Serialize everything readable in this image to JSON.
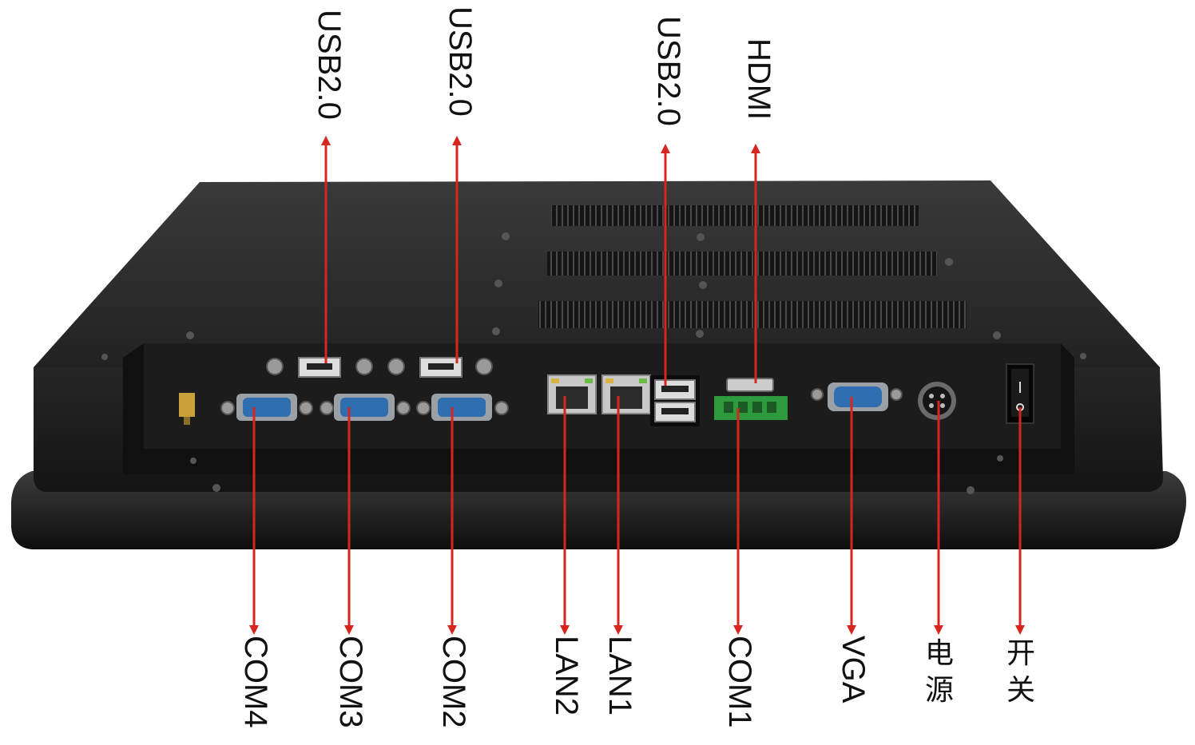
{
  "colors": {
    "arrow": "#d7261e",
    "device_body": "#1b1b1b",
    "device_top": "#2a2a2a",
    "connector_blue": "#2f6fb0",
    "terminal_green": "#2e9a3e"
  },
  "labels_top": [
    {
      "id": "usb-1",
      "text": "USB2.0"
    },
    {
      "id": "usb-2",
      "text": "USB2.0"
    },
    {
      "id": "usb-3",
      "text": "USB2.0"
    },
    {
      "id": "hdmi",
      "text": "HDMI"
    }
  ],
  "labels_bottom": [
    {
      "id": "com4",
      "text": "COM4"
    },
    {
      "id": "com3",
      "text": "COM3"
    },
    {
      "id": "com2",
      "text": "COM2"
    },
    {
      "id": "lan2",
      "text": "LAN2"
    },
    {
      "id": "lan1",
      "text": "LAN1"
    },
    {
      "id": "com1",
      "text": "COM1"
    },
    {
      "id": "vga",
      "text": "VGA"
    }
  ],
  "labels_cn": [
    {
      "id": "power",
      "text": "电源"
    },
    {
      "id": "switch",
      "text": "开关"
    }
  ]
}
